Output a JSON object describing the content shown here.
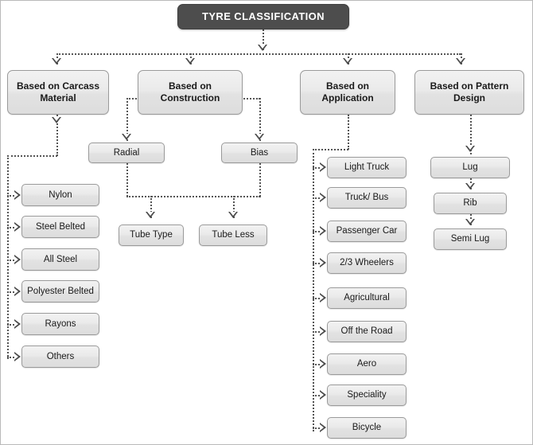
{
  "title": "TYRE CLASSIFICATION",
  "root": {
    "label": "TYRE CLASSIFICATION"
  },
  "branches": {
    "carcass": {
      "label": "Based on Carcass Material"
    },
    "construction": {
      "label": "Based on Construction"
    },
    "application": {
      "label": "Based on Application"
    },
    "pattern": {
      "label": "Based on Pattern Design"
    }
  },
  "carcass_items": [
    {
      "label": "Nylon"
    },
    {
      "label": "Steel Belted"
    },
    {
      "label": "All Steel"
    },
    {
      "label": "Polyester Belted"
    },
    {
      "label": "Rayons"
    },
    {
      "label": "Others"
    }
  ],
  "construction_items": [
    {
      "label": "Radial"
    },
    {
      "label": "Bias"
    }
  ],
  "construction_sub_items": [
    {
      "label": "Tube Type"
    },
    {
      "label": "Tube Less"
    }
  ],
  "application_items": [
    {
      "label": "Light Truck"
    },
    {
      "label": "Truck/ Bus"
    },
    {
      "label": "Passenger Car"
    },
    {
      "label": "2/3 Wheelers"
    },
    {
      "label": "Agricultural"
    },
    {
      "label": "Off the Road"
    },
    {
      "label": "Aero"
    },
    {
      "label": "Speciality"
    },
    {
      "label": "Bicycle"
    }
  ],
  "pattern_items": [
    {
      "label": "Lug"
    },
    {
      "label": "Rib"
    },
    {
      "label": "Semi Lug"
    }
  ],
  "colors": {
    "root_fill": "#4d4d4d",
    "root_text": "#ffffff",
    "node_fill": "#e8e8e8",
    "node_border": "#9a9a9a",
    "connector": "#555555",
    "arrow": "#4a4a4a",
    "canvas": "#ffffff"
  }
}
